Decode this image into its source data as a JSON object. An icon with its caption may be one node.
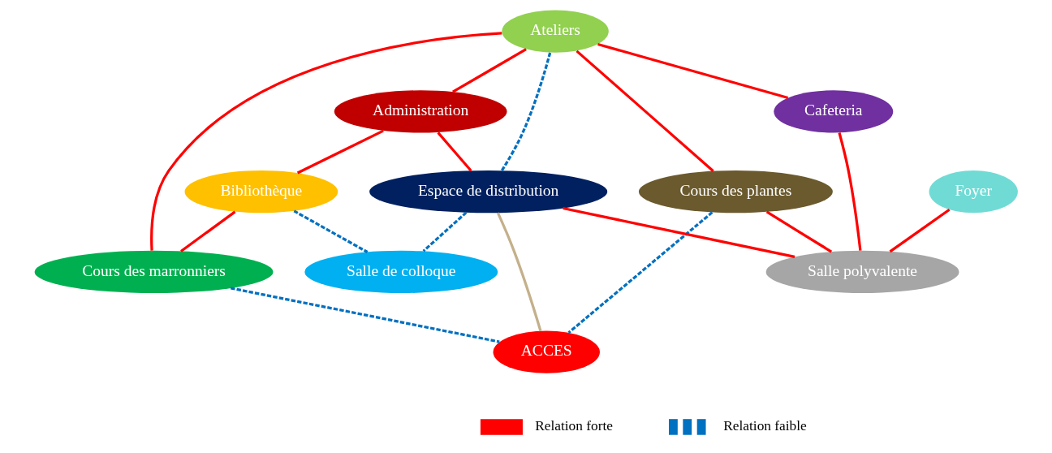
{
  "diagram": {
    "nodes": [
      {
        "text": [
          "Administration"
        ]
      },
      {
        "text": [
          "Ateliers"
        ]
      },
      {
        "text": [
          "Bibliothèque"
        ]
      },
      {
        "text": [
          "Cafeteria"
        ]
      },
      {
        "text": [
          "Cours des plantes"
        ]
      },
      {
        "text": [
          "Espace de distribution"
        ]
      },
      {
        "text": [
          "Cours des marronniers"
        ]
      },
      {
        "text": [
          "Salle de colloque"
        ]
      },
      {
        "text": [
          "Foyer"
        ]
      },
      {
        "text": [
          "Salle polyvalente"
        ]
      },
      {
        "text": [
          "ACCES"
        ]
      }
    ],
    "edges": [
      {
        "from": 1,
        "to": 0,
        "arrow": "none"
      },
      {
        "from": 0,
        "to": 2,
        "arrow": "none"
      },
      {
        "from": 1,
        "to": 6,
        "arrow": "none"
      },
      {
        "from": 0,
        "to": 5,
        "arrow": "none"
      },
      {
        "from": 2,
        "to": 6,
        "arrow": "none"
      },
      {
        "from": 1,
        "to": 3,
        "arrow": "none"
      },
      {
        "from": 1,
        "to": 4,
        "arrow": "none"
      },
      {
        "from": 1,
        "to": 5,
        "arrow": "none",
        "style": "dashed",
        "color": "#0070c0"
      },
      {
        "from": 2,
        "to": 7,
        "arrow": "none",
        "style": "dashed",
        "color": "#0070c0"
      },
      {
        "from": 5,
        "to": 7,
        "arrow": "none",
        "style": "dashed",
        "color": "#0070c0"
      },
      {
        "from": 3,
        "to": 9,
        "arrow": "none"
      },
      {
        "from": 4,
        "to": 9,
        "arrow": "none"
      },
      {
        "from": 5,
        "to": 9,
        "arrow": "none"
      },
      {
        "from": 4,
        "to": 10,
        "arrow": "none",
        "style": "dashed",
        "color": "#0070c0"
      },
      {
        "from": 5,
        "to": 10,
        "arrow": "none",
        "color": "#c4b08a"
      },
      {
        "from": 6,
        "to": 10,
        "arrow": "none",
        "style": "dashed",
        "color": "#0070c0"
      },
      {
        "from": 8,
        "to": 9,
        "arrow": "none"
      }
    ],
    "legend": [
      {
        "text": "Relation forte"
      },
      {
        "text": "Relation faible"
      }
    ]
  }
}
